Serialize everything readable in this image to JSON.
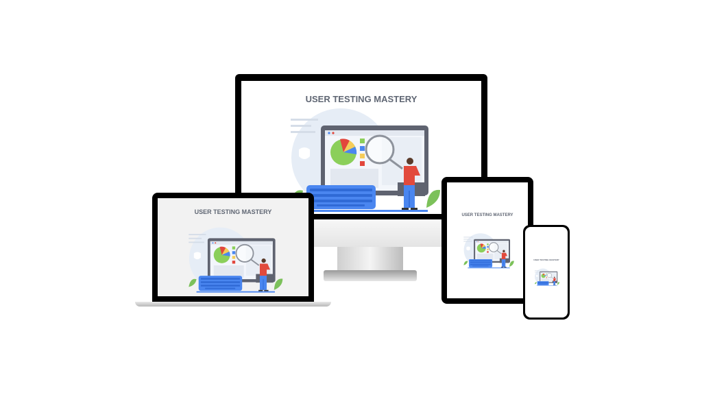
{
  "desktop": {
    "title": "USER TESTING MASTERY"
  },
  "laptop": {
    "title": "USER TESTING MASTERY"
  },
  "tablet": {
    "title": "USER TESTING MASTERY"
  },
  "phone": {
    "title": "USER TESTING MASTERY"
  },
  "colors": {
    "bezel": "#000000",
    "accent_blue": "#4a86f0",
    "pie_green": "#8bcf5a",
    "pie_red": "#e2463c",
    "pie_yellow": "#f5cc5a",
    "shirt_red": "#e24a3c",
    "leaf_green": "#7cc15a"
  }
}
